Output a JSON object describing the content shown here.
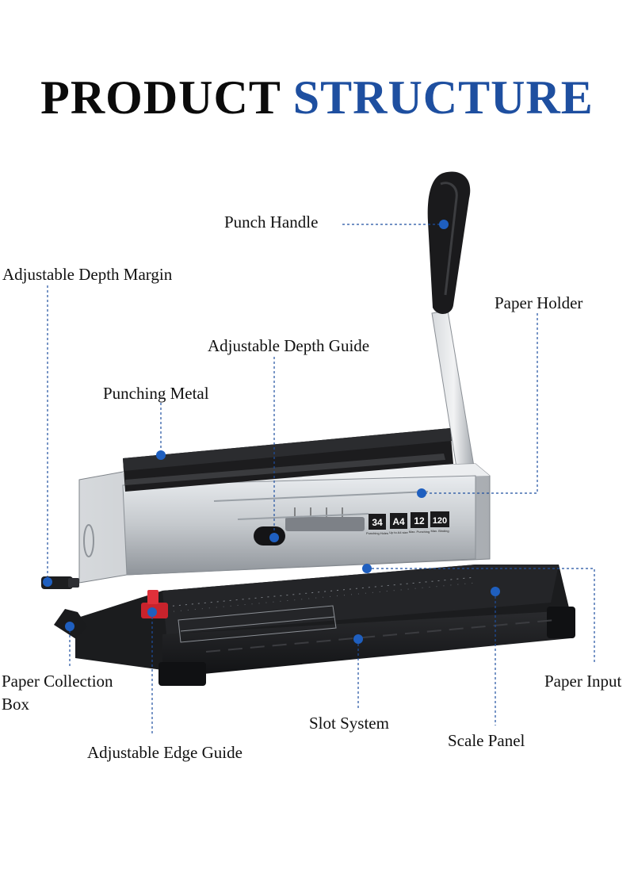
{
  "title": {
    "word1": "PRODUCT",
    "word2": "STRUCTURE"
  },
  "labels": {
    "punch_handle": "Punch Handle",
    "depth_margin": "Adjustable Depth Margin",
    "paper_holder": "Paper Holder",
    "depth_guide": "Adjustable Depth Guide",
    "punching_metal": "Punching Metal",
    "collection_box_1": "Paper Collection",
    "collection_box_2": "Box",
    "paper_input": "Paper Input",
    "slot_system": "Slot System",
    "scale_panel": "Scale Panel",
    "edge_guide": "Adjustable Edge Guide"
  },
  "badges": {
    "b1_num": "34",
    "b1_sub": "Punching Holes",
    "b2_num": "A4",
    "b2_sub": "Up to A4 size",
    "b3_num": "12",
    "b3_sub": "Max. Punching",
    "b4_num": "120",
    "b4_sub": "Max. Binding"
  },
  "colors": {
    "accent": "#1e4fa0",
    "leader": "#1e4fa0",
    "dot": "#1f5fbf"
  }
}
